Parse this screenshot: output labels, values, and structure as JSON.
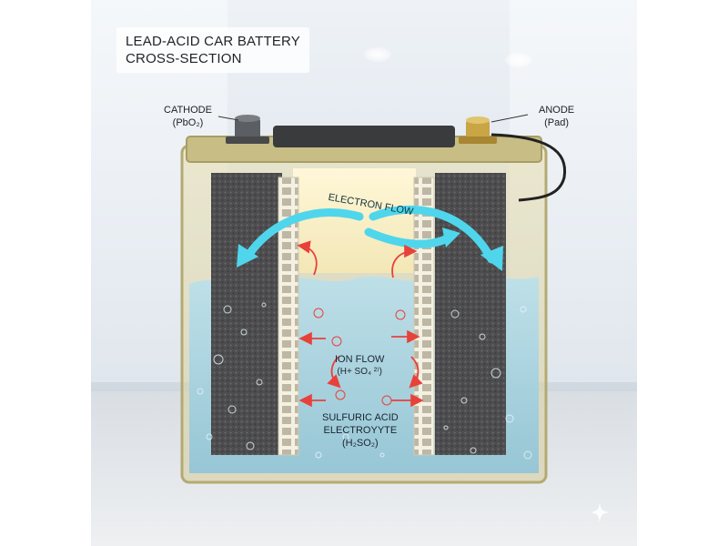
{
  "title": {
    "line1": "LEAD-ACID CAR BATTERY",
    "line2": "CROSS-SECTION"
  },
  "callouts": {
    "cathode": {
      "name": "CATHODE",
      "formula": "(PbO₂)"
    },
    "anode": {
      "name": "ANODE",
      "formula": "(Pad)"
    }
  },
  "labels": {
    "electron_flow": "ELECTRON FLOW",
    "ion_flow": "ION FLOW",
    "ion_formula": "(H+ SO₄ ²⁾)",
    "electrolyte_line1": "SULFURIC ACID",
    "electrolyte_line2": "ELECTROYYTE",
    "electrolyte_formula": "(H₂SO₂)"
  },
  "colors": {
    "electron_arrow": "#4fd6ec",
    "ion_arrow": "#e8413a",
    "electrolyte": "#9fd0e4",
    "casing": "#c9c08a",
    "plate": "#4a4a4a",
    "terminal_positive": "#5b5f63",
    "terminal_negative": "#c9a545"
  },
  "icons": {
    "corner": "sparkle-icon"
  }
}
